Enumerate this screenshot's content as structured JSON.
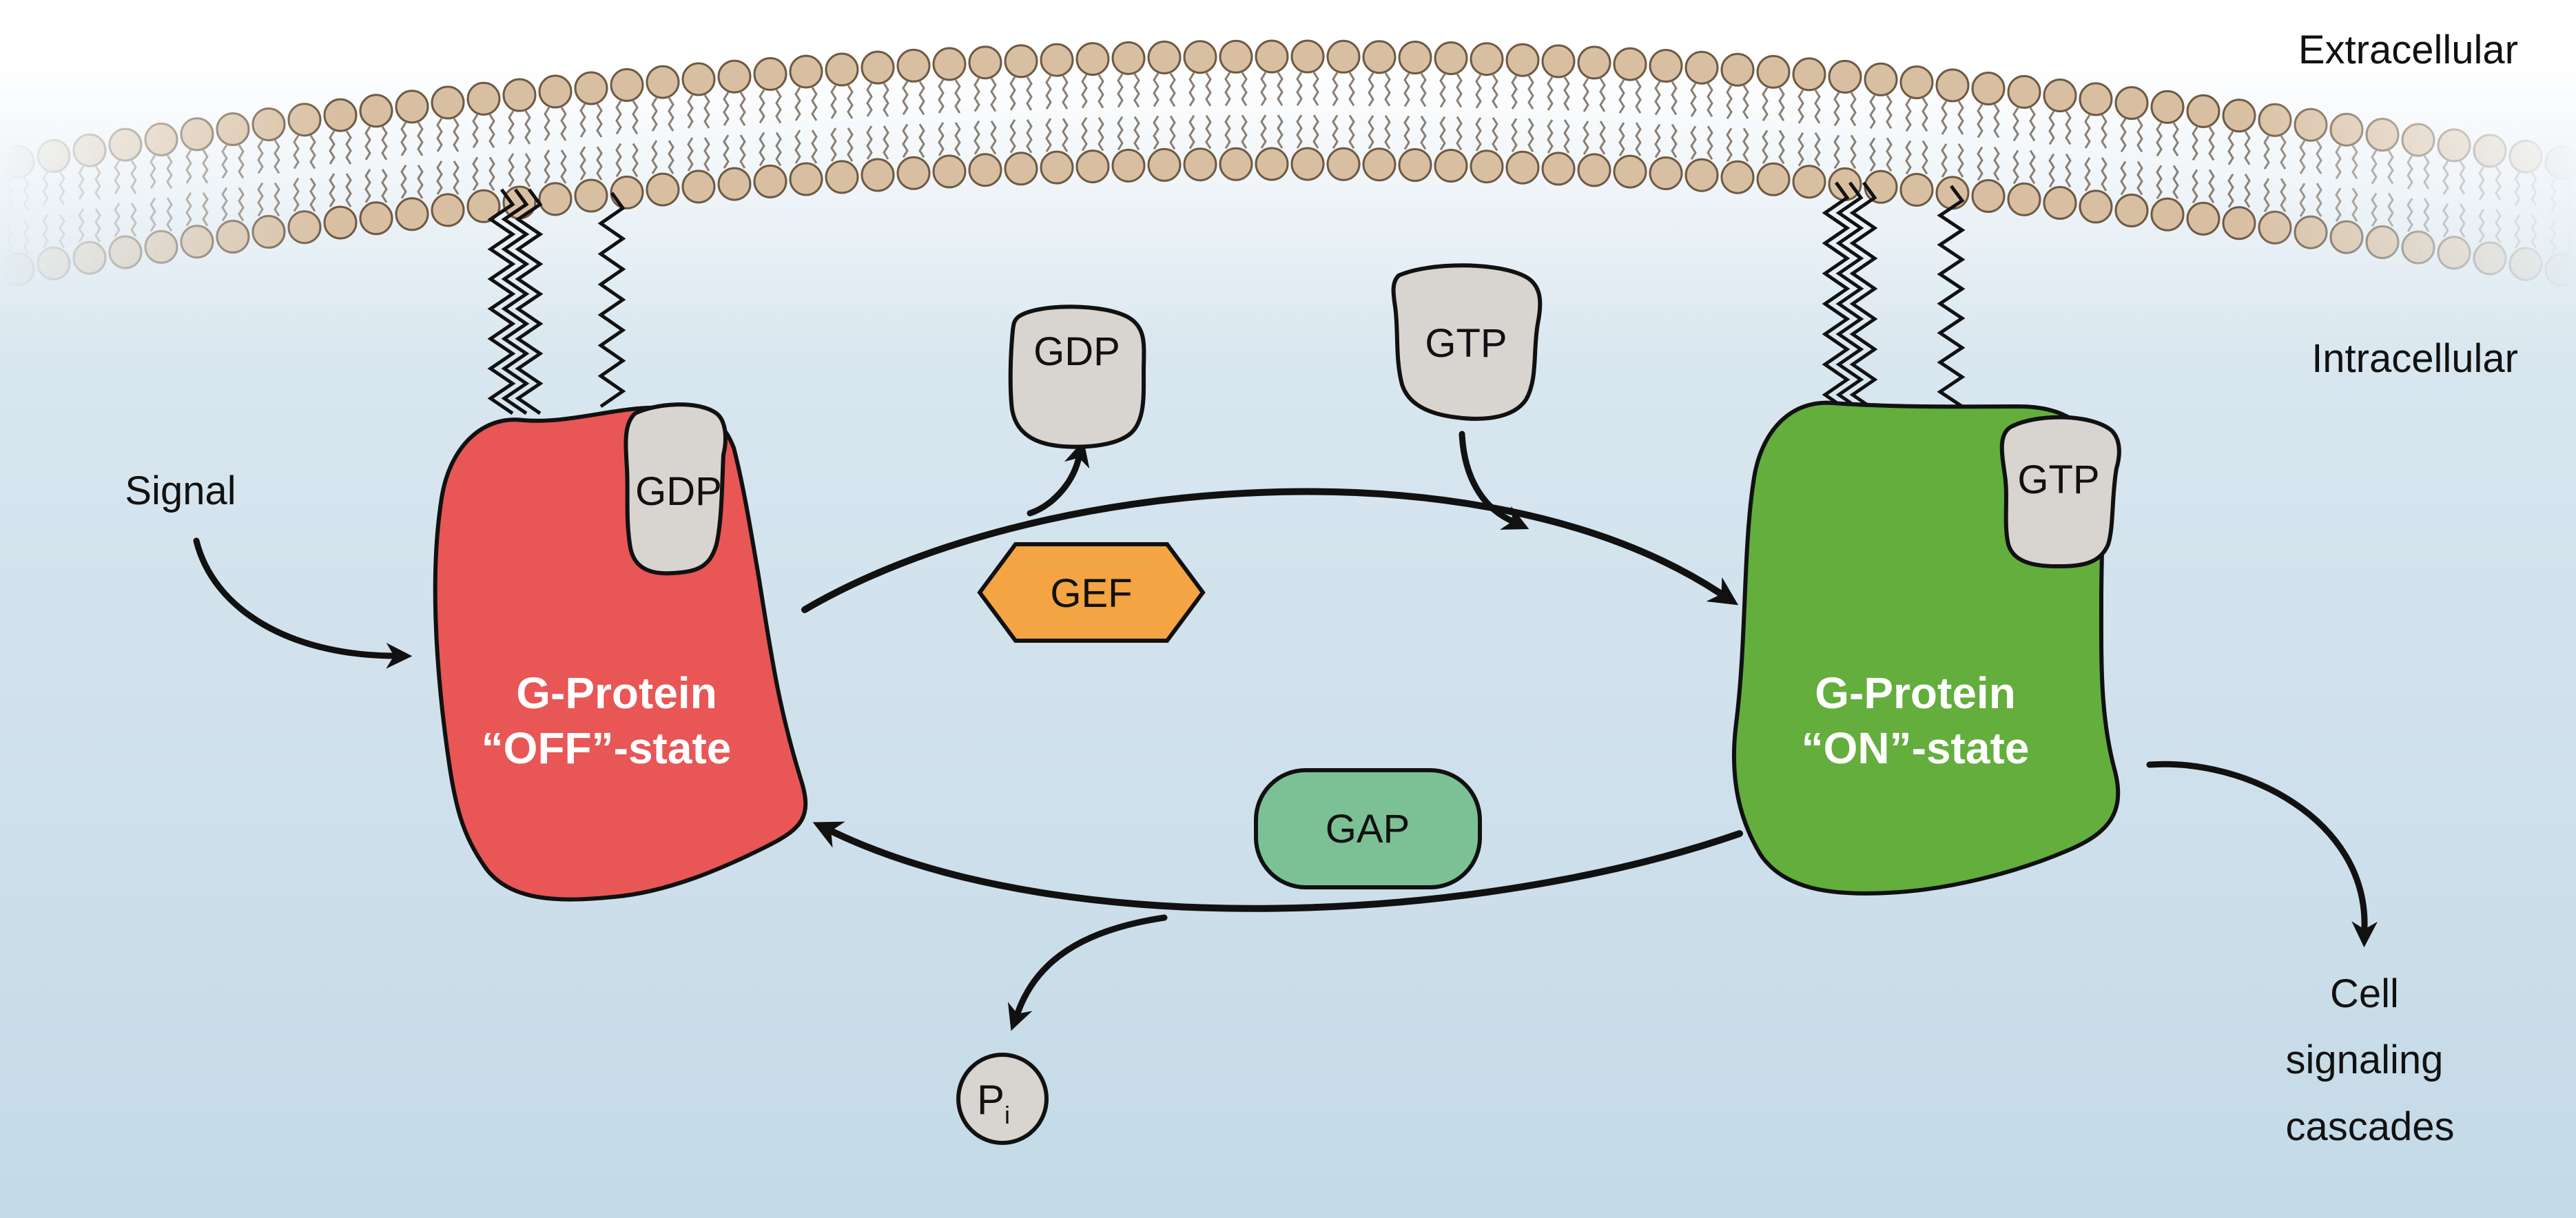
{
  "labels": {
    "extracellular": "Extracellular",
    "intracellular": "Intracellular",
    "signal": "Signal",
    "cell_signaling": [
      "Cell",
      "signaling",
      "cascades"
    ]
  },
  "off_protein": {
    "line1": "G-Protein",
    "line2": "“OFF”-state",
    "nucleotide": "GDP",
    "color": "#E85656"
  },
  "on_protein": {
    "line1": "G-Protein",
    "line2": "“ON”-state",
    "nucleotide": "GTP",
    "color": "#63AE3C"
  },
  "released_gdp": "GDP",
  "incoming_gtp": "GTP",
  "gef": {
    "label": "GEF",
    "color": "#F4A443"
  },
  "gap": {
    "label": "GAP",
    "color": "#7CC195"
  },
  "phosphate": {
    "main": "P",
    "sub": "i"
  },
  "colors": {
    "lipid_head": "#D9BFA1",
    "lipid_outline": "#6E5A44",
    "nucleotide_fill": "#D8D4D0",
    "arrow": "#111111",
    "background_top": "#FFFFFF",
    "background_bottom": "#C4DAE7"
  }
}
